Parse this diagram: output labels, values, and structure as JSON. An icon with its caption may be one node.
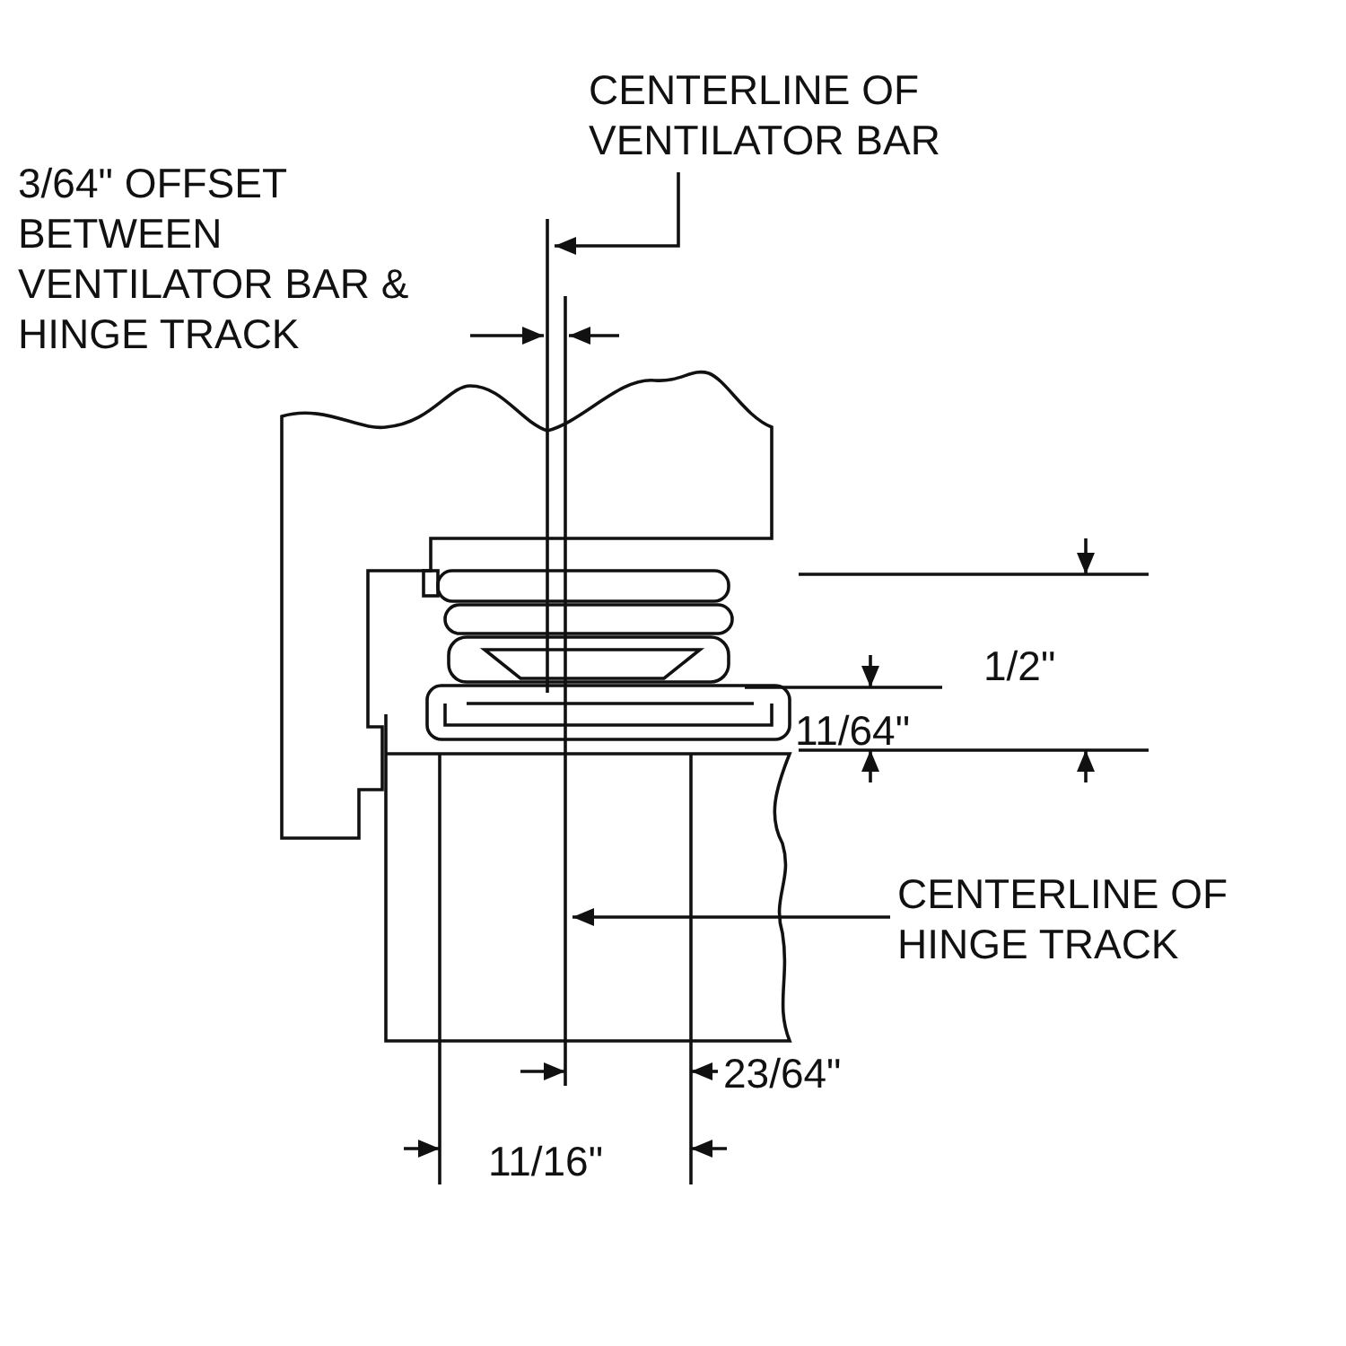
{
  "diagram": {
    "nodes": [
      {
        "text": [
          "CENTERLINE OF VENTILATOR BAR"
        ]
      },
      {
        "text": [
          "CENTERLINE OF HINGE TRACK"
        ]
      }
    ],
    "edges": [
      {
        "from": 0,
        "to": null,
        "arrow": "to"
      },
      {
        "from": 1,
        "to": null,
        "arrow": "to"
      }
    ],
    "labels": [
      "3/64\" OFFSET BETWEEN VENTILATOR BAR & HINGE TRACK",
      "1/2\"",
      "11/64\"",
      "23/64\"",
      "11/16\""
    ]
  }
}
